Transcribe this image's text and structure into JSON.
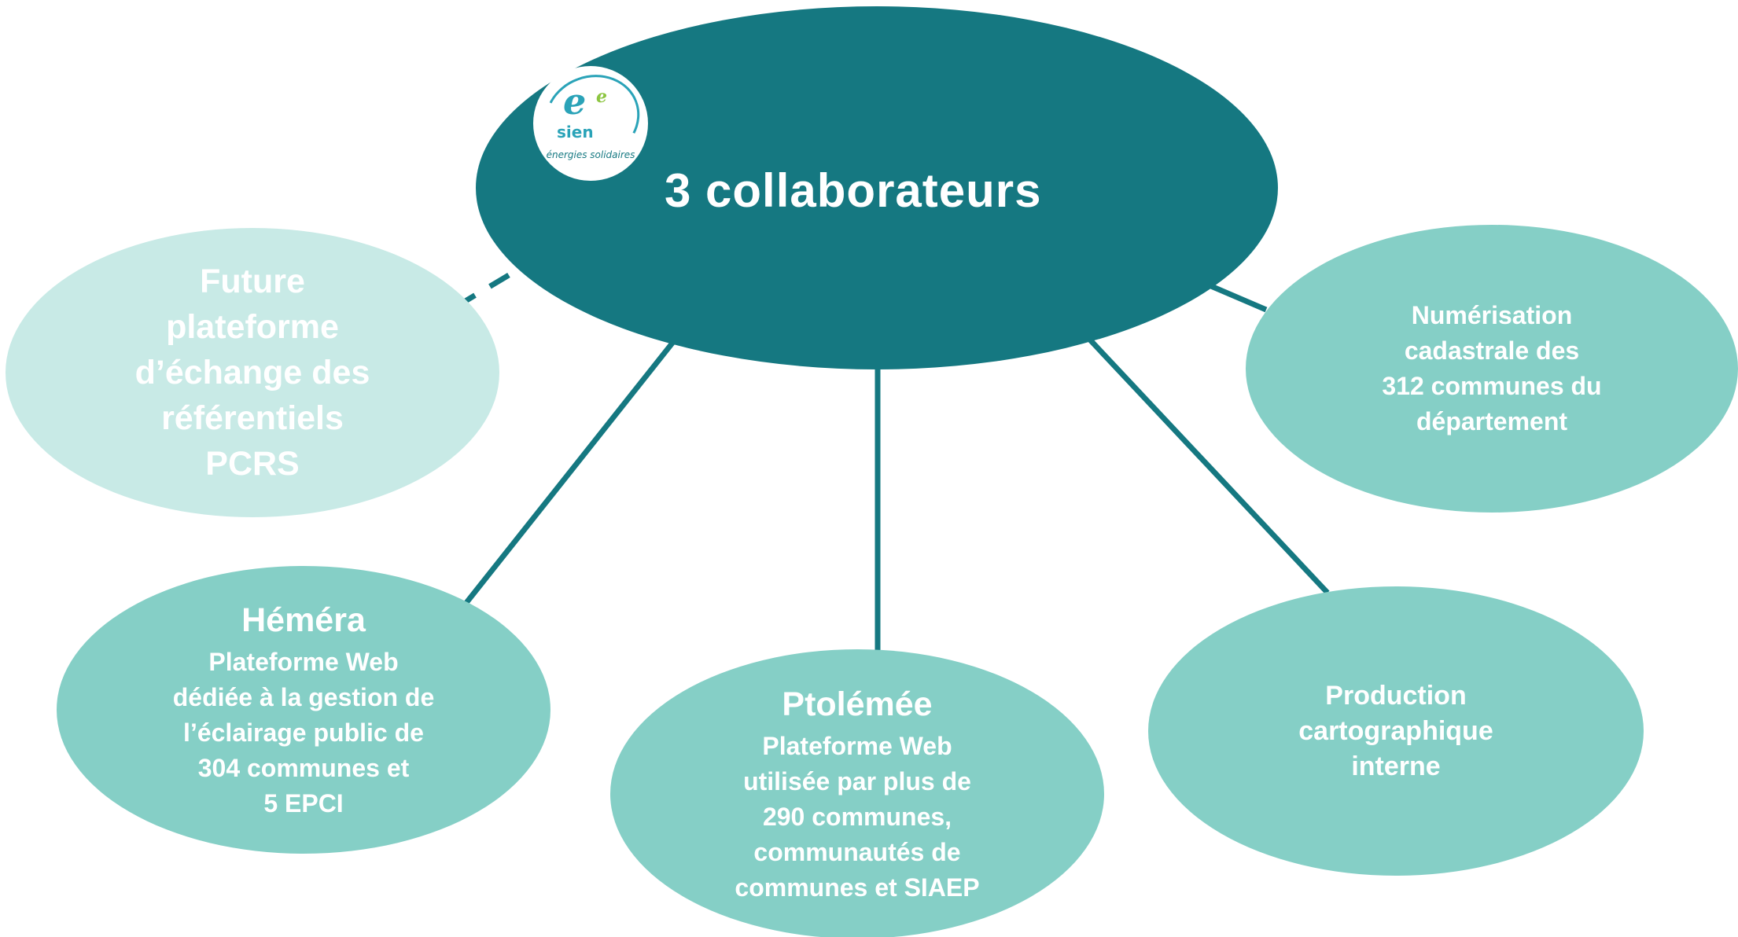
{
  "center": {
    "title": "3 collaborateurs",
    "logo": {
      "icon": "sien-logo",
      "letters": [
        "e",
        "e",
        "sien"
      ],
      "tagline": "énergies solidaires"
    }
  },
  "nodes": {
    "future": {
      "lines": [
        "Future",
        "plateforme",
        "d’échange des",
        "référentiels",
        "PCRS"
      ]
    },
    "hemera": {
      "title": "Héméra",
      "lines": [
        "Plateforme  Web",
        "dédiée à la gestion de",
        "l’éclairage public de",
        "304 communes et",
        "5 EPCI"
      ]
    },
    "ptolemee": {
      "title": "Ptolémée",
      "lines": [
        "Plateforme  Web",
        "utilisée par plus de",
        "290 communes,",
        "communautés de",
        "communes et SIAEP"
      ]
    },
    "production": {
      "lines": [
        "Production",
        "cartographique",
        "interne"
      ]
    },
    "numerisation": {
      "lines": [
        "Numérisation",
        "cadastrale des",
        "312 communes du",
        "département"
      ]
    }
  },
  "colors": {
    "center_fill": "#157881",
    "node_fill": "#85cfc6",
    "future_fill": "#c8eae6",
    "connector": "#157881",
    "text": "#ffffff"
  }
}
